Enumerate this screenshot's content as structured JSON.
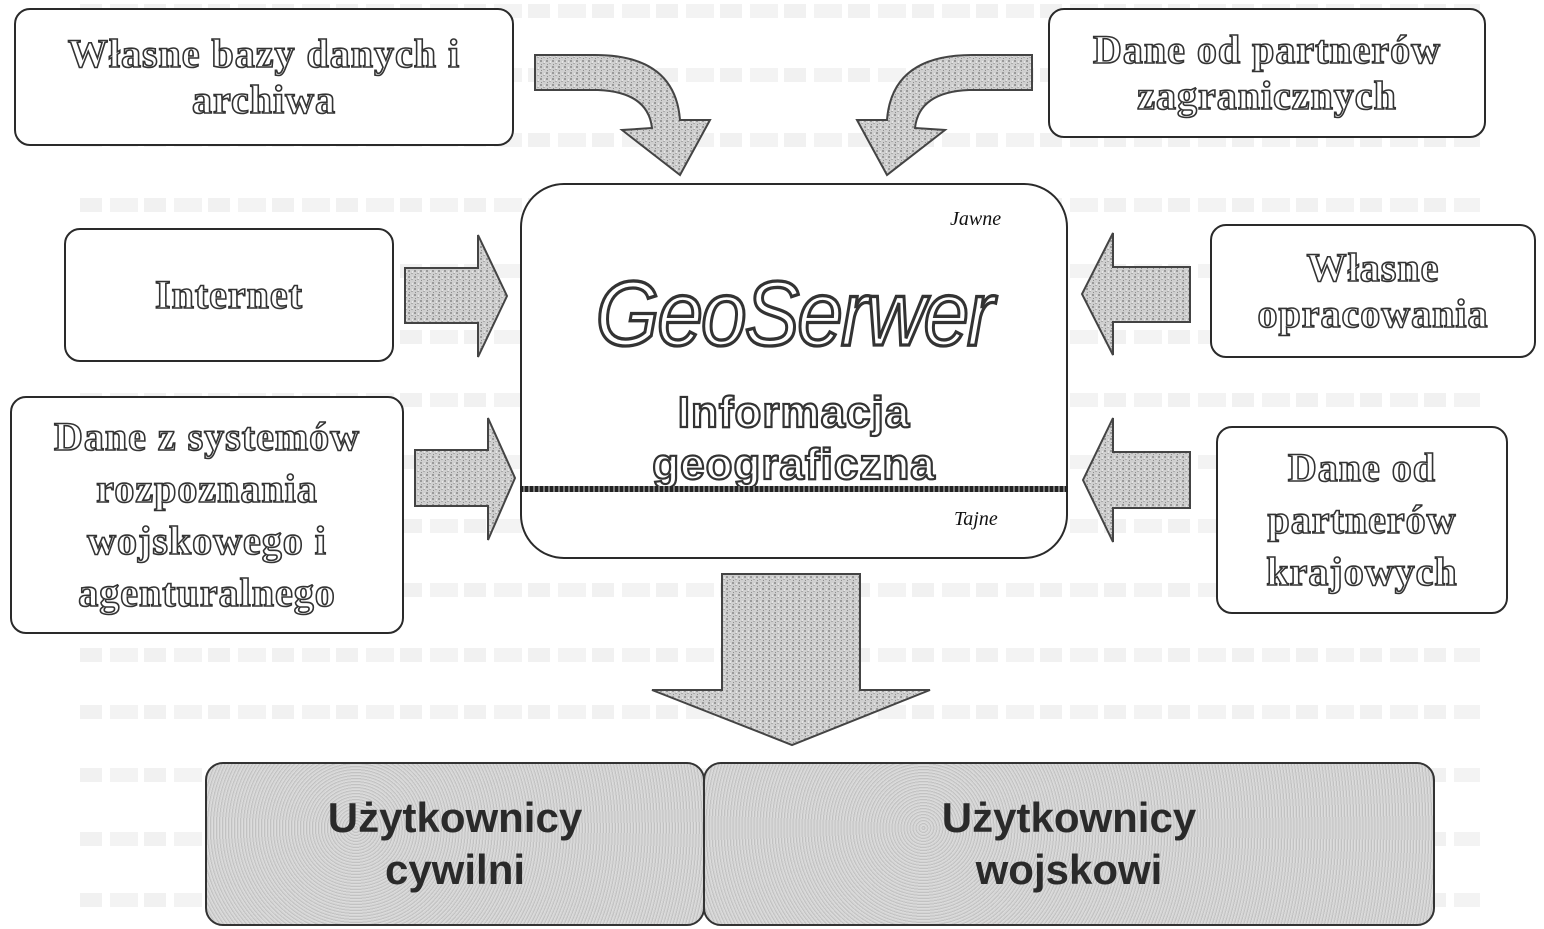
{
  "sources": {
    "own_databases": "Własne bazy danych i archiwa",
    "foreign_partners": "Dane od partnerów zagranicznych",
    "internet": "Internet",
    "own_studies": "Własne opracowania",
    "recon_systems": "Dane z systemów rozpoznania wojskowego i agenturalnego",
    "domestic_partners": "Dane od partnerów krajowych"
  },
  "center": {
    "title": "GeoSerwer",
    "subtitle_line1": "Informacja",
    "subtitle_line2": "geograficzna",
    "public_label": "Jawne",
    "secret_label": "Tajne"
  },
  "users": {
    "civilian_line1": "Użytkownicy",
    "civilian_line2": "cywilni",
    "military_line1": "Użytkownicy",
    "military_line2": "wojskowi"
  }
}
